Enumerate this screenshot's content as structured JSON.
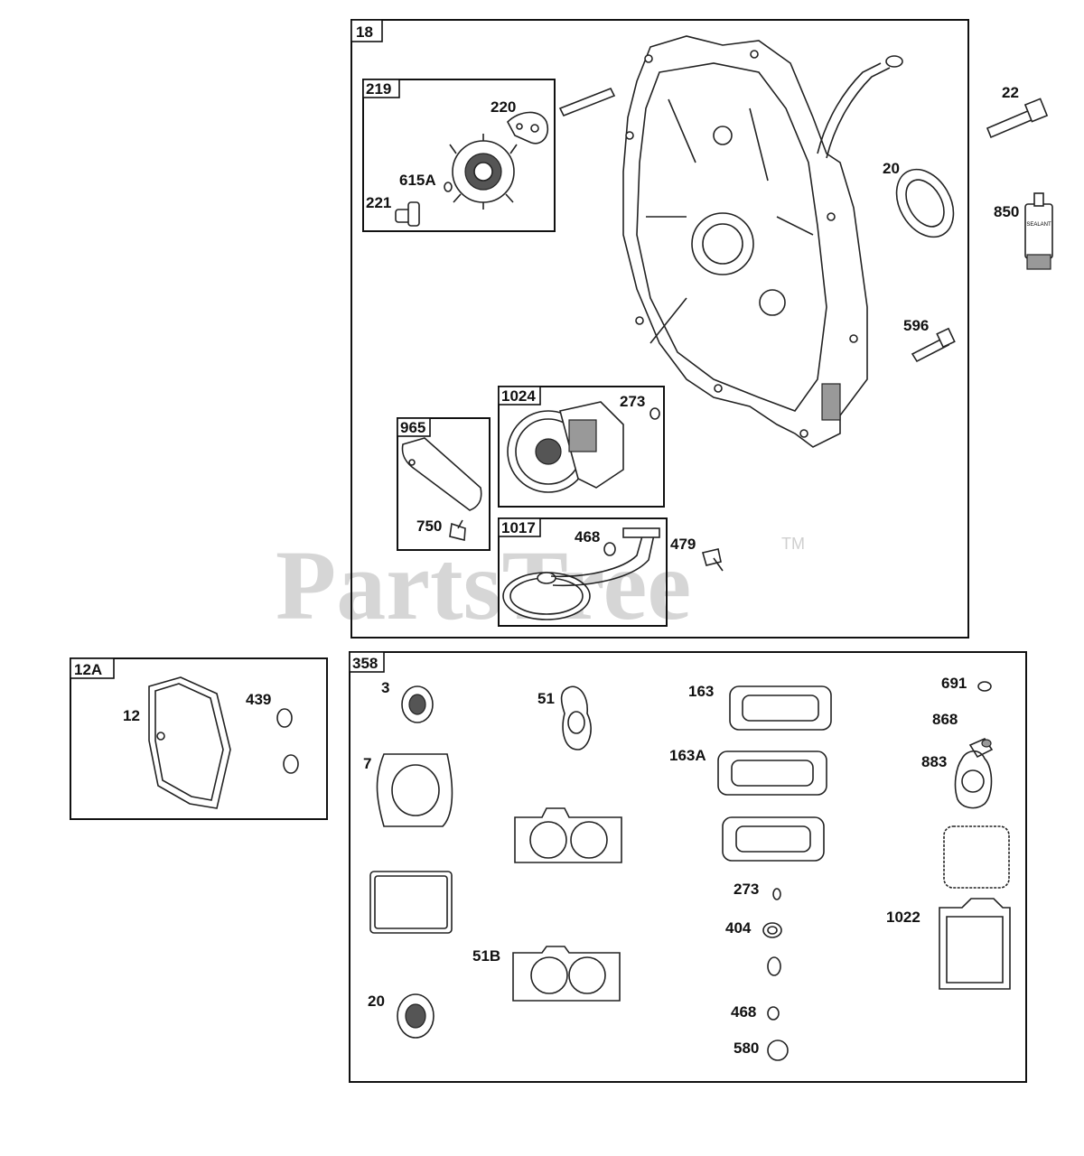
{
  "watermark": {
    "text": "PartsTree",
    "tm": "TM"
  },
  "groups": {
    "g18": "18",
    "g219": "219",
    "g1024": "1024",
    "g965": "965",
    "g1017": "1017",
    "g12A": "12A",
    "g358": "358"
  },
  "labels": {
    "p220": "220",
    "p615A": "615A",
    "p221": "221",
    "p22": "22",
    "p20top": "20",
    "p850": "850",
    "p596": "596",
    "p273top": "273",
    "p750": "750",
    "p468top": "468",
    "p479": "479",
    "p12": "12",
    "p439": "439",
    "p3": "3",
    "p51": "51",
    "p163": "163",
    "p691": "691",
    "p868": "868",
    "p7": "7",
    "p163A": "163A",
    "p883": "883",
    "p273b": "273",
    "p404": "404",
    "p1022": "1022",
    "p51B": "51B",
    "p20b": "20",
    "p468b": "468",
    "p580": "580"
  },
  "tube_text": "SEALANT"
}
